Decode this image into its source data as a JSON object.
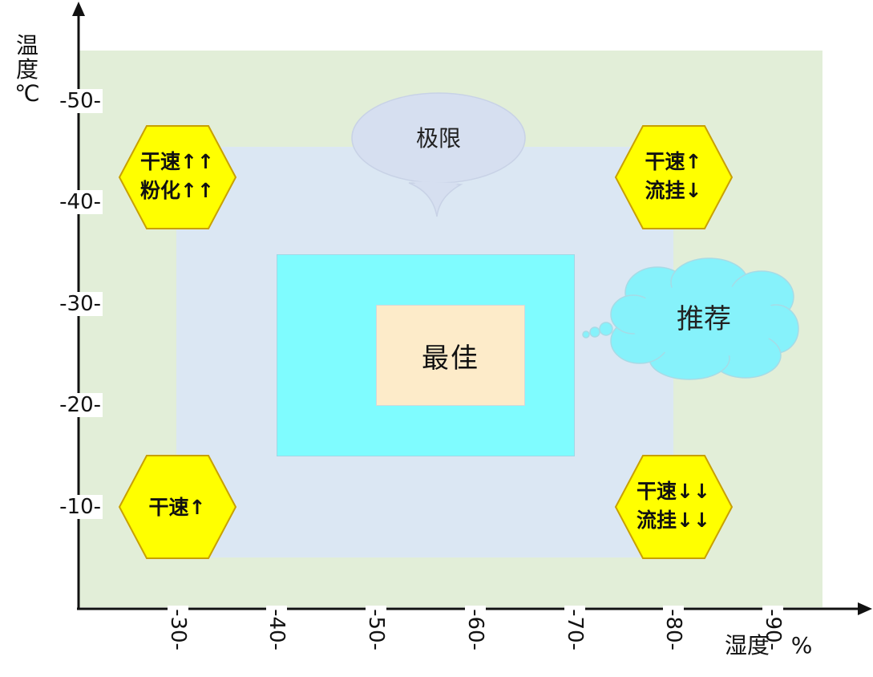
{
  "y_axis": {
    "title_chars": [
      "温",
      "度"
    ],
    "unit": "℃",
    "ticks": [
      "-50-",
      "-40-",
      "-30-",
      "-20-",
      "-10-"
    ]
  },
  "x_axis": {
    "title": "湿度   %",
    "ticks": [
      "-30-",
      "-40-",
      "-50-",
      "-60-",
      "-70-",
      "-80-",
      "-90-"
    ]
  },
  "zones": {
    "limit": "极限",
    "recommended": "推荐",
    "best": "最佳"
  },
  "corners": {
    "top_left": [
      "干速↑↑",
      "粉化↑↑"
    ],
    "top_right": [
      "干速↑",
      "流挂↓"
    ],
    "bottom_left": [
      "干速↑"
    ],
    "bottom_right": [
      "干速↓↓",
      "流挂↓↓"
    ]
  },
  "colors": {
    "outer": "#e2eed8",
    "limit": "#dbe7f3",
    "recommended": "#7ffcff",
    "best": "#fdebc9",
    "hexagon": "#ffff00",
    "hexagon_stroke": "#c8a000",
    "limit_bubble": "#d6dff0",
    "rec_cloud": "#86f2fb"
  }
}
